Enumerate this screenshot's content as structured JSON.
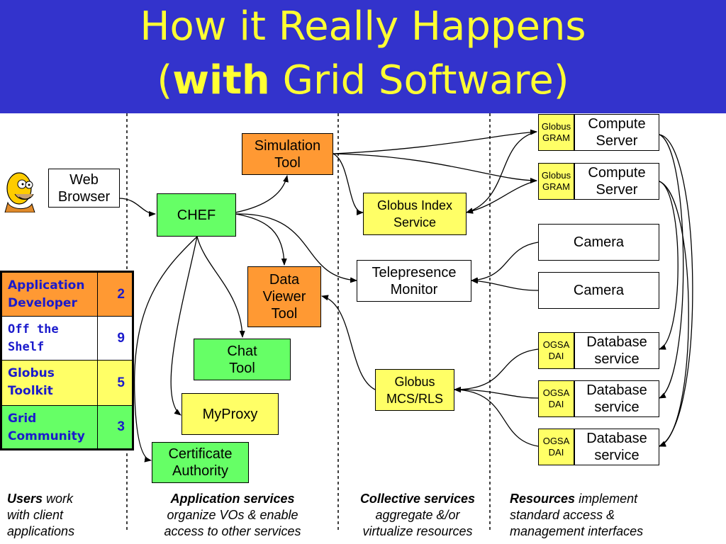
{
  "header": {
    "title_line1": "How it Really Happens",
    "title_line2_bold": "with",
    "title_line2_open": "(",
    "title_line2_rest": " Grid Software)"
  },
  "colors": {
    "header_bg": "#3333cc",
    "title": "#ffff33",
    "orange": "#ff9933",
    "green": "#66ff66",
    "yellow": "#ffff66",
    "legend_text": "#1a1acc"
  },
  "user_icon": "homer-avatar-icon",
  "boxes": {
    "web_browser": [
      "Web",
      "Browser"
    ],
    "simulation_tool": [
      "Simulation",
      "Tool"
    ],
    "chef": [
      "CHEF"
    ],
    "data_viewer_tool": [
      "Data",
      "Viewer",
      "Tool"
    ],
    "chat_tool": [
      "Chat",
      "Tool"
    ],
    "myproxy": [
      "MyProxy"
    ],
    "certificate_authority": [
      "Certificate",
      "Authority"
    ],
    "globus_index_service": [
      "Globus Index",
      "Service"
    ],
    "telepresence_monitor": [
      "Telepresence",
      "Monitor"
    ],
    "globus_mcs_rls": [
      "Globus",
      "MCS/RLS"
    ],
    "compute_server_1": [
      "Compute",
      "Server"
    ],
    "compute_server_2": [
      "Compute",
      "Server"
    ],
    "camera_1": [
      "Camera"
    ],
    "camera_2": [
      "Camera"
    ],
    "database_service_1": [
      "Database",
      "service"
    ],
    "database_service_2": [
      "Database",
      "service"
    ],
    "database_service_3": [
      "Database",
      "service"
    ]
  },
  "tags": {
    "globus_gram_1": [
      "Globus",
      "GRAM"
    ],
    "globus_gram_2": [
      "Globus",
      "GRAM"
    ],
    "ogsa_dai_1": [
      "OGSA",
      "DAI"
    ],
    "ogsa_dai_2": [
      "OGSA",
      "DAI"
    ],
    "ogsa_dai_3": [
      "OGSA",
      "DAI"
    ]
  },
  "legend": [
    {
      "label": [
        "Application",
        "Developer"
      ],
      "value": "2",
      "color": "#ff9933"
    },
    {
      "label": [
        "Off the",
        "Shelf"
      ],
      "value": "9",
      "color": "#ffffff"
    },
    {
      "label": [
        "Globus",
        "Toolkit"
      ],
      "value": "5",
      "color": "#ffff66"
    },
    {
      "label": [
        "Grid",
        "Community"
      ],
      "value": "3",
      "color": "#66ff66"
    }
  ],
  "captions": {
    "users": {
      "bold": "Users",
      "text": [
        " work",
        "with client",
        "applications"
      ]
    },
    "application": {
      "bold": "Application services",
      "text": [
        "organize VOs & enable",
        "access to other services"
      ]
    },
    "collective": {
      "bold": "Collective services",
      "text": [
        "aggregate &/or",
        "virtualize resources"
      ]
    },
    "resources": {
      "bold": "Resources",
      "text": [
        " implement",
        "standard access &",
        "management interfaces"
      ]
    }
  }
}
